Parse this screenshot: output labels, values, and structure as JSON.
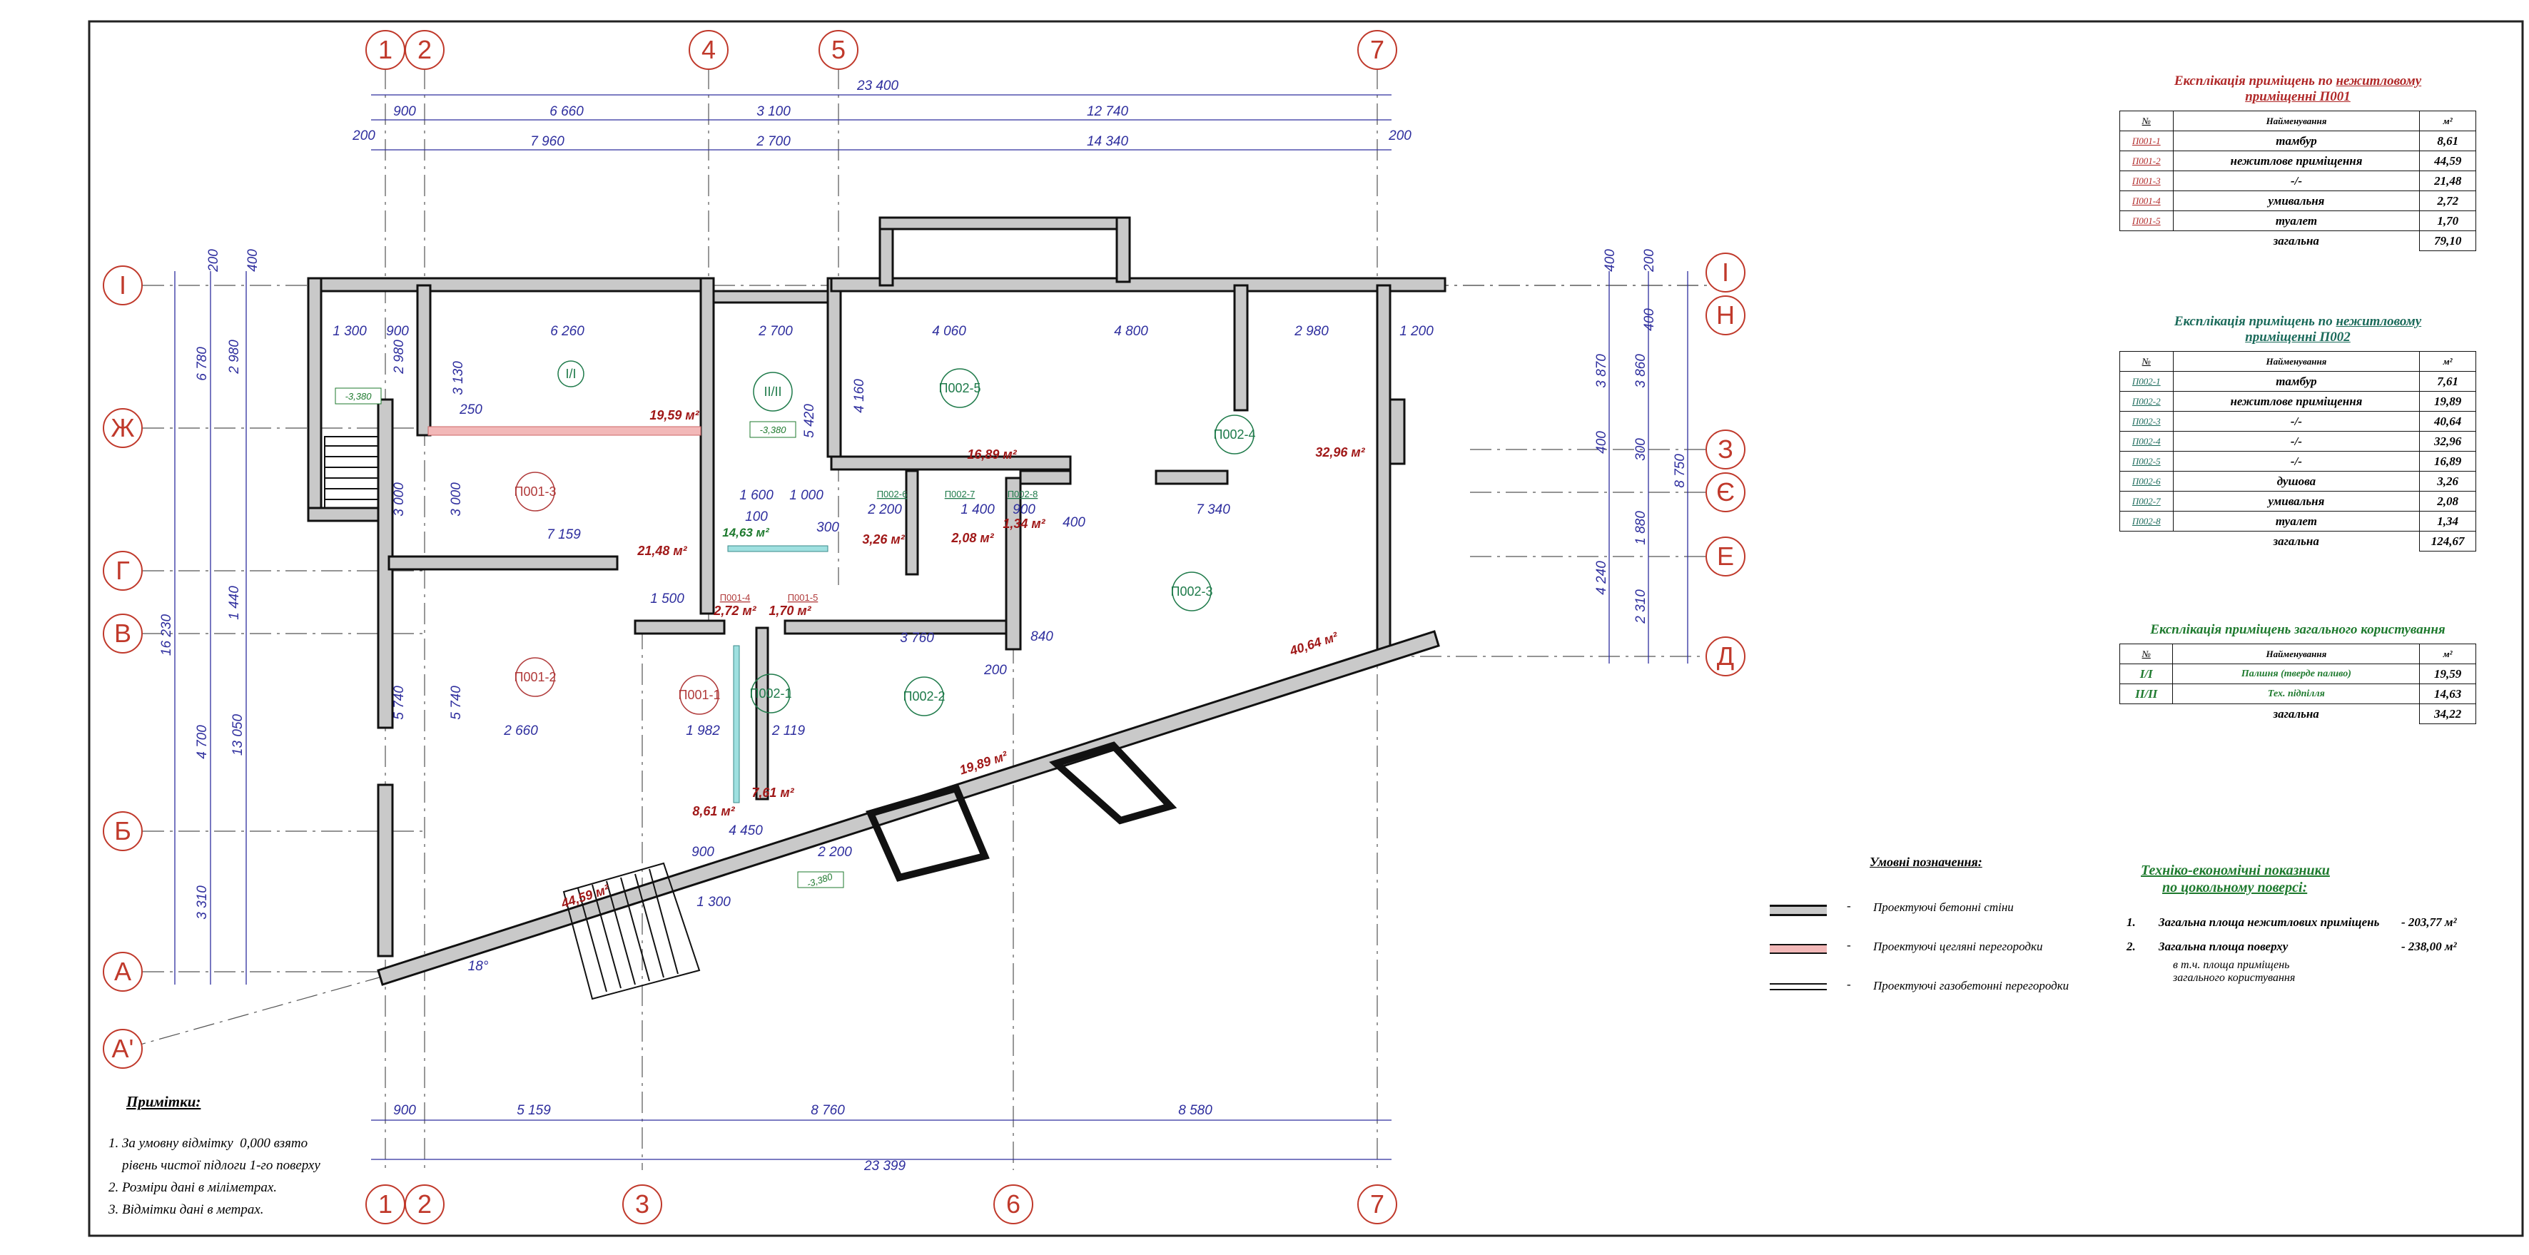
{
  "axes_letters": [
    "І",
    "Ж",
    "Г",
    "В",
    "Б",
    "А",
    "А'"
  ],
  "axes_letters_right": [
    "І",
    "Н",
    "З",
    "Є",
    "Е",
    "Д"
  ],
  "axes_numbers_top": [
    "1",
    "2",
    "4",
    "5",
    "7"
  ],
  "axes_numbers_bottom": [
    "1",
    "2",
    "3",
    "6",
    "7"
  ],
  "dims_top_overall": "23 400",
  "dims_top_row1": [
    "900",
    "6 660",
    "3 100",
    "12 740"
  ],
  "dims_top_row2": [
    "7 960",
    "2 700",
    "14 340"
  ],
  "dims_top_end": [
    "200",
    "200"
  ],
  "dims_bottom_row1": [
    "900",
    "5 159",
    "8 760",
    "8 580"
  ],
  "dims_bottom_overall": "23 399",
  "dims_left": [
    "2 980",
    "1 440",
    "4 700",
    "3 310",
    "6 780",
    "13 050",
    "16 230"
  ],
  "dims_left_top": [
    "200",
    "400"
  ],
  "dims_right": [
    "3 870",
    "400",
    "1 880",
    "2 310",
    "3 860",
    "300",
    "4 240",
    "8 750"
  ],
  "dims_right_top": [
    "400",
    "200",
    "400"
  ],
  "rooms": [
    {
      "tag": "П001-1",
      "color": "red"
    },
    {
      "tag": "П001-2",
      "color": "red"
    },
    {
      "tag": "П001-3",
      "color": "red"
    },
    {
      "tag": "П001-4",
      "color": "red"
    },
    {
      "tag": "П001-5",
      "color": "red"
    },
    {
      "tag": "П002-1",
      "color": "green"
    },
    {
      "tag": "П002-2",
      "color": "green"
    },
    {
      "tag": "П002-3",
      "color": "green"
    },
    {
      "tag": "П002-4",
      "color": "green"
    },
    {
      "tag": "П002-5",
      "color": "green"
    },
    {
      "tag": "П002-6",
      "color": "green"
    },
    {
      "tag": "П002-7",
      "color": "green"
    },
    {
      "tag": "П002-8",
      "color": "green"
    },
    {
      "tag": "І/І",
      "color": "green"
    },
    {
      "tag": "ІІ/ІІ",
      "color": "green"
    }
  ],
  "areas_red": [
    "19,59 м²",
    "21,48 м²",
    "44,59 м²",
    "8,61 м²",
    "7,61 м²",
    "2,72 м²",
    "1,70 м²",
    "19,89 м²",
    "40,64 м²",
    "32,96 м²",
    "16,89 м²",
    "3,26 м²",
    "2,08 м²",
    "1,34 м²"
  ],
  "areas_green": [
    "14,63 м²"
  ],
  "levels": [
    "-3,380",
    "-3,380",
    "-3,380"
  ],
  "inner_dims": [
    "1 300",
    "900",
    "6 260",
    "2 700",
    "4 060",
    "4 800",
    "2 980",
    "1 200",
    "7 159",
    "1 600",
    "1 000",
    "2 200",
    "1 400",
    "900",
    "7 340",
    "1 500",
    "3 760",
    "840",
    "2 660",
    "1 982",
    "2 119",
    "4 450",
    "2 200",
    "1 300",
    "900",
    "3 000",
    "3 000",
    "5 740",
    "5 740",
    "5 420",
    "4 160",
    "3 130",
    "2 980",
    "250",
    "100",
    "300",
    "400",
    "200",
    "18°"
  ],
  "table1": {
    "title_a": "Експлікація  приміщень по ",
    "title_b": "нежитловому",
    "title_c": "приміщенні П001",
    "head": [
      "№",
      "Найменування",
      "м²"
    ],
    "rows": [
      [
        "П001-1",
        "тамбур",
        "8,61"
      ],
      [
        "П001-2",
        "нежитлове приміщення",
        "44,59"
      ],
      [
        "П001-3",
        "-/-",
        "21,48"
      ],
      [
        "П001-4",
        "умивальня",
        "2,72"
      ],
      [
        "П001-5",
        "туалет",
        "1,70"
      ]
    ],
    "total_label": "загальна",
    "total": "79,10",
    "color": "#b02828"
  },
  "table2": {
    "title_a": "Експлікація  приміщень по ",
    "title_b": "нежитловому",
    "title_c": "приміщенні П002",
    "head": [
      "№",
      "Найменування",
      "м²"
    ],
    "rows": [
      [
        "П002-1",
        "тамбур",
        "7,61"
      ],
      [
        "П002-2",
        "нежитлове приміщення",
        "19,89"
      ],
      [
        "П002-3",
        "-/-",
        "40,64"
      ],
      [
        "П002-4",
        "-/-",
        "32,96"
      ],
      [
        "П002-5",
        "-/-",
        "16,89"
      ],
      [
        "П002-6",
        "душова",
        "3,26"
      ],
      [
        "П002-7",
        "умивальня",
        "2,08"
      ],
      [
        "П002-8",
        "туалет",
        "1,34"
      ]
    ],
    "total_label": "загальна",
    "total": "124,67",
    "color": "#1a6a5a"
  },
  "table3": {
    "title": "Експлікація  приміщень загального користування",
    "head": [
      "№",
      "Найменування",
      "м²"
    ],
    "rows": [
      [
        "І/І",
        "Палшня (тверде паливо)",
        "19,59"
      ],
      [
        "ІІ/ІІ",
        "Тех. підпілля",
        "14,63"
      ]
    ],
    "total_label": "загальна",
    "total": "34,22",
    "color": "#1e7a2e"
  },
  "legend": {
    "title": "Умовні позначення:",
    "items": [
      "Проектуючі  бетонні стіни",
      "Проектуючі  цегляні перегородки",
      "Проектуючі  газобетонні  перегородки"
    ]
  },
  "tep": {
    "title_a": "Техніко-економічні показники",
    "title_b": "по цокольному поверсі:",
    "items": [
      {
        "n": "1.",
        "label": "Загальна площа  нежитлових приміщень",
        "value": "-  203,77 м²"
      },
      {
        "n": "2.",
        "label": "Загальна площа  поверху",
        "value": "-  238,00 м²"
      }
    ],
    "sub_a": "в т.ч. площа приміщень",
    "sub_b": "загального  користування"
  },
  "notes": {
    "title": "Примітки:",
    "lines": [
      "1. За умовну відмітку  0,000 взято",
      "    рівень чистої підлоги 1-го поверху",
      "2. Розміри дані в міліметрах.",
      "3. Відмітки дані в метрах."
    ]
  },
  "colors": {
    "frame": "#222222",
    "wall_fill": "#c9c9c9",
    "brick": "#f2b8b8",
    "gas": "#9fe0e0",
    "dim": "#2e2e9e",
    "axis": "#c0392b"
  }
}
